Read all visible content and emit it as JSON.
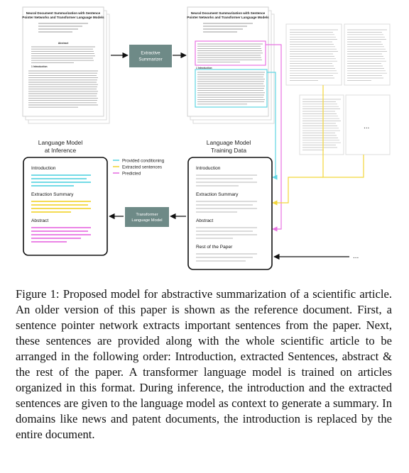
{
  "paper": {
    "title_line1": "Neural Document Summarization with Sentence",
    "title_line2": "Pointer Networks and Transformer Language Models",
    "abstract_heading": "Abstract",
    "intro_heading": "1   Introduction"
  },
  "extractive_box": {
    "line1": "Extractive",
    "line2": "Summarizer"
  },
  "transformer_box": {
    "line1": "Transformer",
    "line2": "Language Model"
  },
  "inference_panel": {
    "title_line1": "Language Model",
    "title_line2": "at Inference",
    "sections": [
      "Introduction",
      "Extraction Summary",
      "Abstract"
    ]
  },
  "training_panel": {
    "title_line1": "Language Model",
    "title_line2": "Training Data",
    "sections": [
      "Introduction",
      "Extraction Summary",
      "Abstract",
      "Rest of the Paper"
    ]
  },
  "legend": [
    {
      "label": "Provided conditioning",
      "color": "#5fd5e3"
    },
    {
      "label": "Extracted sentences",
      "color": "#f2d63a"
    },
    {
      "label": "Predicted",
      "color": "#e873e2"
    }
  ],
  "ellipsis": "...",
  "colors": {
    "gray_box": "#6e8a87",
    "cyan": "#5fd5e3",
    "yellow": "#f2d63a",
    "magenta": "#e873e2",
    "panel_line": "#cfcfcf"
  },
  "caption": "Figure 1:  Proposed model for abstractive summarization of a scientific article. An older version of this paper is shown as the reference document. First, a sentence pointer network extracts important sentences from the paper. Next, these sentences are provided along with the whole scientific article to be arranged in the following order: Introduction, extracted Sentences, abstract & the rest of the paper. A transformer language model is trained on articles organized in this format. During inference, the introduction and the extracted sentences are given to the language model as context to generate a summary. In domains like news and patent documents, the introduction is replaced by the entire document."
}
